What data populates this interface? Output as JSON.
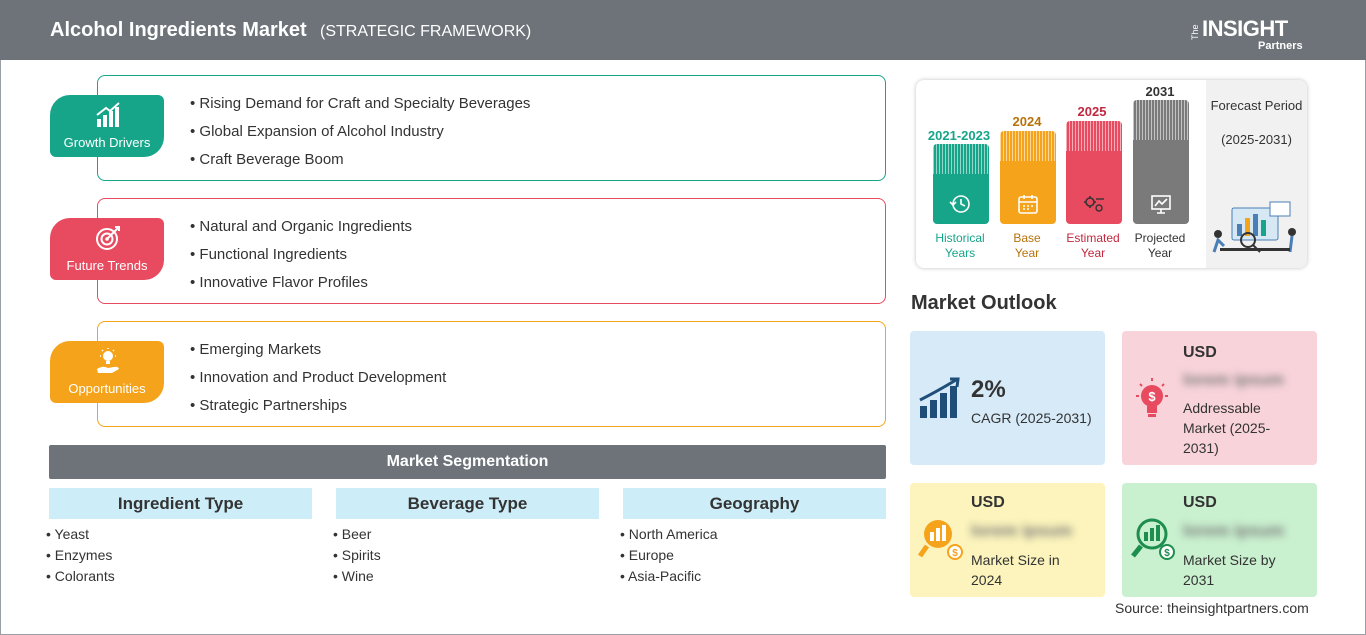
{
  "header": {
    "title": "Alcohol Ingredients Market",
    "subtitle": "(STRATEGIC FRAMEWORK)",
    "logo_the": "The",
    "logo_insight": "INSIGHT",
    "logo_partners": "Partners"
  },
  "framework": {
    "growth": {
      "label": "Growth Drivers",
      "color": "#17a589",
      "items": [
        "Rising Demand for Craft and Specialty Beverages",
        "Global Expansion of Alcohol Industry",
        "Craft Beverage Boom"
      ]
    },
    "trends": {
      "label": "Future Trends",
      "color": "#e84a5f",
      "items": [
        "Natural and Organic Ingredients",
        "Functional Ingredients",
        "Innovative Flavor Profiles"
      ]
    },
    "opps": {
      "label": "Opportunities",
      "color": "#f5a31a",
      "items": [
        "Emerging Markets",
        "Innovation and Product Development",
        "Strategic Partnerships"
      ]
    }
  },
  "segmentation": {
    "title": "Market Segmentation",
    "columns": [
      {
        "heading": "Ingredient Type",
        "items": [
          "Yeast",
          "Enzymes",
          "Colorants"
        ]
      },
      {
        "heading": "Beverage Type",
        "items": [
          "Beer",
          "Spirits",
          "Wine"
        ]
      },
      {
        "heading": "Geography",
        "items": [
          "North America",
          "Europe",
          "Asia-Pacific"
        ]
      }
    ]
  },
  "timeline": {
    "historical": {
      "year": "2021-2023",
      "label1": "Historical",
      "label2": "Years",
      "color": "#17a589"
    },
    "base": {
      "year": "2024",
      "label1": "Base",
      "label2": "Year",
      "color": "#f5a31a"
    },
    "estimated": {
      "year": "2025",
      "label1": "Estimated",
      "label2": "Year",
      "color": "#e84a5f"
    },
    "projected": {
      "year": "2031",
      "label1": "Projected",
      "label2": "Year",
      "color": "#7a7a7a"
    },
    "forecast_title": "Forecast Period",
    "forecast_range": "(2025-2031)"
  },
  "outlook": {
    "title": "Market Outlook",
    "cagr_value": "2%",
    "cagr_label": "CAGR (2025-2031)",
    "addressable_usd": "USD",
    "addressable_value": "lorem ipsum",
    "addressable_label": "Addressable Market (2025-2031)",
    "size2024_usd": "USD",
    "size2024_value": "lorem ipsum",
    "size2024_label": "Market Size in 2024",
    "size2031_usd": "USD",
    "size2031_value": "lorem ipsum",
    "size2031_label": "Market Size by 2031"
  },
  "source": "Source: theinsightpartners.com"
}
